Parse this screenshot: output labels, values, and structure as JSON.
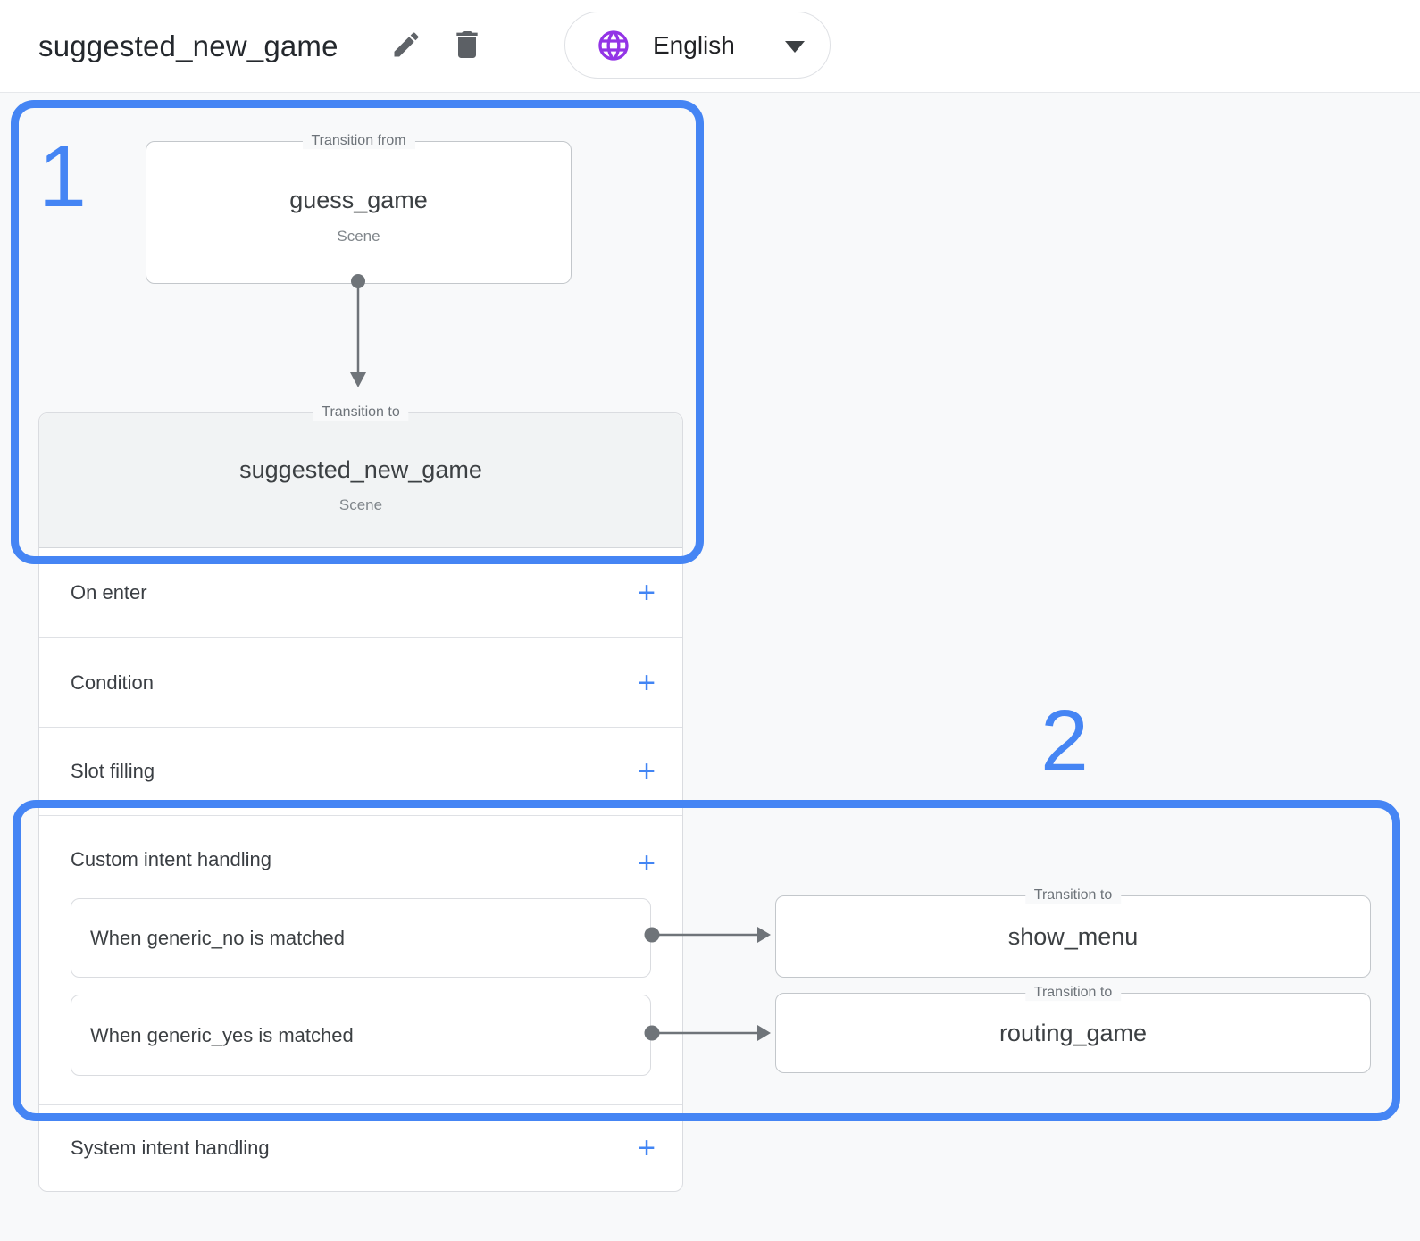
{
  "header": {
    "title": "suggested_new_game",
    "language_selector": {
      "label": "English"
    }
  },
  "annotations": {
    "step_1": "1",
    "step_2": "2"
  },
  "flow": {
    "transition_from": {
      "legend": "Transition from",
      "scene_name": "guess_game",
      "scene_type": "Scene"
    },
    "transition_to": {
      "legend": "Transition to",
      "scene_name": "suggested_new_game",
      "scene_type": "Scene"
    }
  },
  "scene_panel": {
    "add_icon": "+",
    "sections": {
      "on_enter": "On enter",
      "condition": "Condition",
      "slot_filling": "Slot filling",
      "custom_intent": "Custom intent handling",
      "system_intent": "System intent handling"
    },
    "custom_intents": [
      {
        "label": "When generic_no is matched"
      },
      {
        "label": "When generic_yes is matched"
      }
    ]
  },
  "targets": [
    {
      "legend": "Transition to",
      "scene_name": "show_menu"
    },
    {
      "legend": "Transition to",
      "scene_name": "routing_game"
    }
  ],
  "colors": {
    "annotation_blue": "#4585f4",
    "add_button_blue": "#4285f4",
    "globe_purple": "#9334e6",
    "connector_gray": "#6f7479"
  }
}
